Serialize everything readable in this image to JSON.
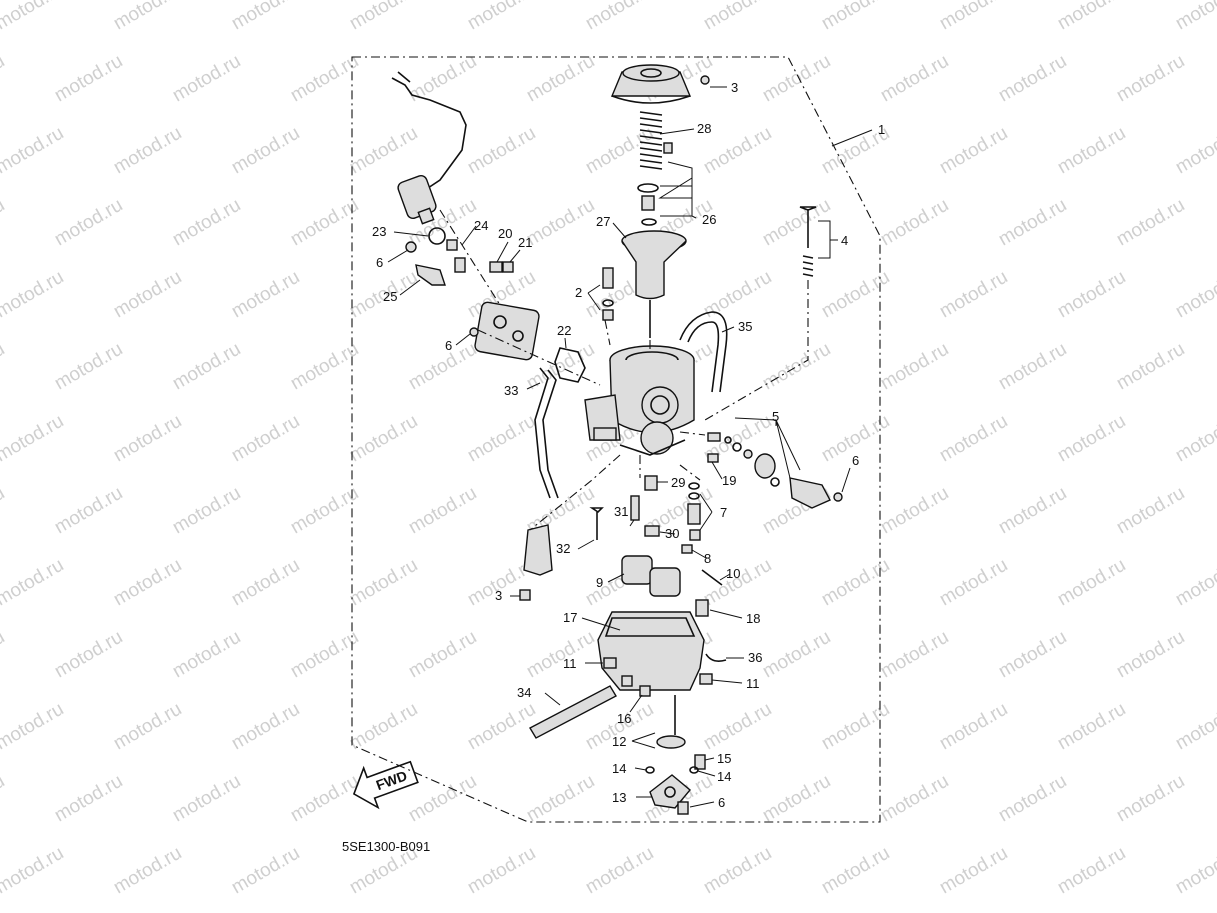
{
  "watermark": "motod.ru",
  "diagram_code": "5SE1300-B091",
  "direction_label": "FWD",
  "callouts": [
    {
      "id": "c1",
      "text": "1"
    },
    {
      "id": "c2",
      "text": "2"
    },
    {
      "id": "c3a",
      "text": "3"
    },
    {
      "id": "c3b",
      "text": "3"
    },
    {
      "id": "c4",
      "text": "4"
    },
    {
      "id": "c5",
      "text": "5"
    },
    {
      "id": "c6a",
      "text": "6"
    },
    {
      "id": "c6b",
      "text": "6"
    },
    {
      "id": "c6c",
      "text": "6"
    },
    {
      "id": "c6d",
      "text": "6"
    },
    {
      "id": "c7",
      "text": "7"
    },
    {
      "id": "c8",
      "text": "8"
    },
    {
      "id": "c9",
      "text": "9"
    },
    {
      "id": "c10",
      "text": "10"
    },
    {
      "id": "c11a",
      "text": "11"
    },
    {
      "id": "c11b",
      "text": "11"
    },
    {
      "id": "c12",
      "text": "12"
    },
    {
      "id": "c13",
      "text": "13"
    },
    {
      "id": "c14a",
      "text": "14"
    },
    {
      "id": "c14b",
      "text": "14"
    },
    {
      "id": "c15",
      "text": "15"
    },
    {
      "id": "c16",
      "text": "16"
    },
    {
      "id": "c17",
      "text": "17"
    },
    {
      "id": "c18",
      "text": "18"
    },
    {
      "id": "c19",
      "text": "19"
    },
    {
      "id": "c20",
      "text": "20"
    },
    {
      "id": "c21",
      "text": "21"
    },
    {
      "id": "c22",
      "text": "22"
    },
    {
      "id": "c23",
      "text": "23"
    },
    {
      "id": "c24",
      "text": "24"
    },
    {
      "id": "c25",
      "text": "25"
    },
    {
      "id": "c26",
      "text": "26"
    },
    {
      "id": "c27",
      "text": "27"
    },
    {
      "id": "c28",
      "text": "28"
    },
    {
      "id": "c29",
      "text": "29"
    },
    {
      "id": "c30",
      "text": "30"
    },
    {
      "id": "c31",
      "text": "31"
    },
    {
      "id": "c32",
      "text": "32"
    },
    {
      "id": "c33",
      "text": "33"
    },
    {
      "id": "c34",
      "text": "34"
    },
    {
      "id": "c35",
      "text": "35"
    },
    {
      "id": "c36",
      "text": "36"
    }
  ]
}
